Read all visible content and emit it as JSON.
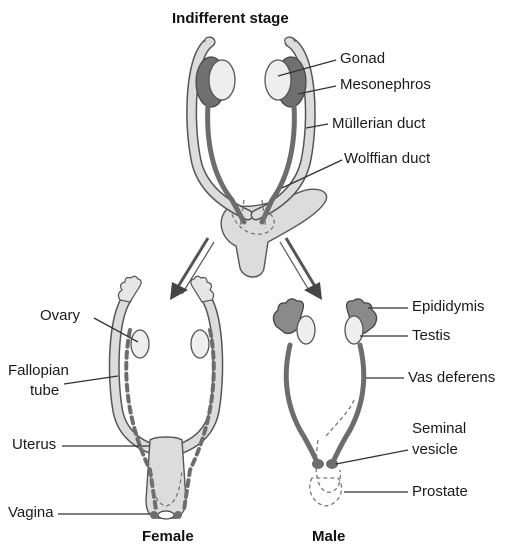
{
  "titles": {
    "indifferent": "Indifferent stage",
    "female": "Female",
    "male": "Male"
  },
  "labels": {
    "gonad": "Gonad",
    "mesonephros": "Mesonephros",
    "mullerian_duct": "Müllerian duct",
    "wolffian_duct": "Wolffian duct",
    "ovary": "Ovary",
    "fallopian_tube_line1": "Fallopian",
    "fallopian_tube_line2": "tube",
    "uterus": "Uterus",
    "vagina": "Vagina",
    "epididymis": "Epididymis",
    "testis": "Testis",
    "vas_deferens": "Vas deferens",
    "seminal_vesicle_line1": "Seminal",
    "seminal_vesicle_line2": "vesicle",
    "prostate": "Prostate"
  },
  "colors": {
    "light_duct": "#dcdcdc",
    "dark_duct": "#6d6d6d",
    "outline": "#555555",
    "gonad_fill": "#eeeeee",
    "mesonephros_fill": "#707070"
  }
}
